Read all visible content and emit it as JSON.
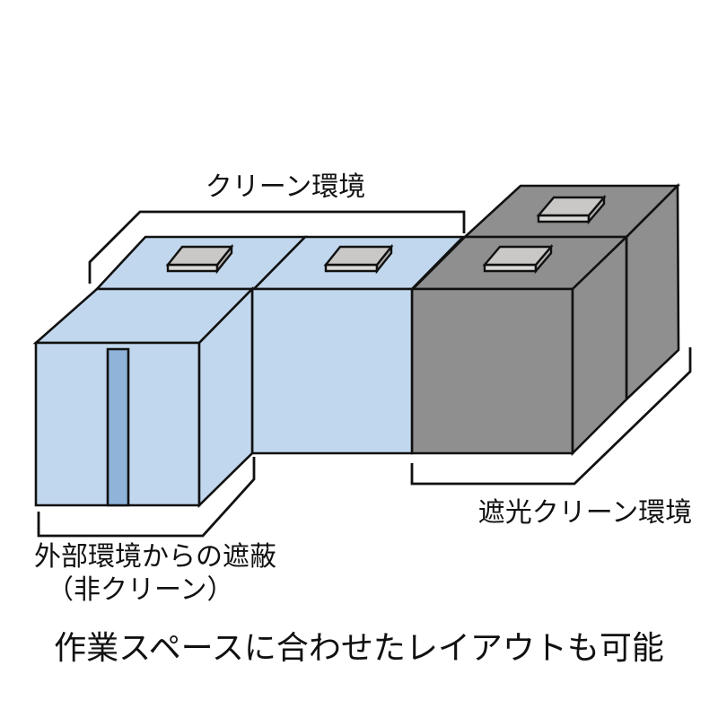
{
  "labels": {
    "clean": "クリーン環境",
    "shaded_clean": "遮光クリーン環境",
    "external_line1": "外部環境からの遮蔽",
    "external_line2": "（非クリーン）",
    "caption": "作業スペースに合わせたレイアウトも可能"
  },
  "colors": {
    "background": "#ffffff",
    "outline": "#111111",
    "text": "#111111",
    "clean_face": "#c1d7ed",
    "clean_door": "#8fb3d9",
    "shade_face": "#8f8f8f",
    "lid_top": "#cac8c6",
    "lid_front": "#dcdad8",
    "lid_side": "#b2b0ae"
  },
  "diagram": {
    "modules": [
      {
        "id": "clean-back-left",
        "type": "clean",
        "lid": true
      },
      {
        "id": "clean-middle",
        "type": "clean",
        "lid": true
      },
      {
        "id": "clean-front-left",
        "type": "clean",
        "lid": false,
        "door_seam": true
      },
      {
        "id": "shaded-front",
        "type": "shaded-clean",
        "lid": true
      },
      {
        "id": "shaded-back-right",
        "type": "shaded-clean",
        "lid": true
      }
    ]
  }
}
